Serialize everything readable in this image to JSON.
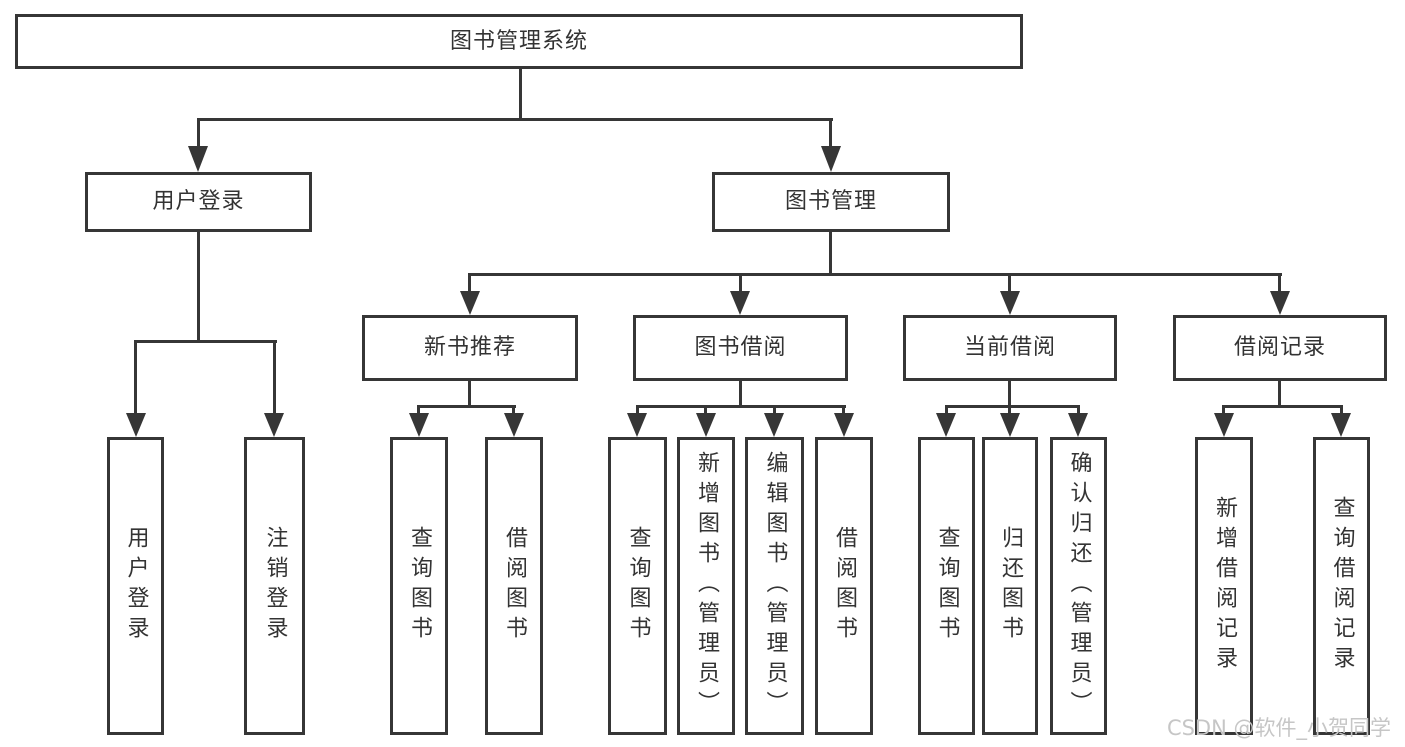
{
  "diagram_title": "图书管理系统",
  "colors": {
    "line": "#363636",
    "border": "#363636",
    "text": "#333333",
    "background": "#ffffff",
    "watermark": "#c6c6c6"
  },
  "nodes": {
    "root": {
      "label": "图书管理系统"
    },
    "user_login": {
      "label": "用户登录"
    },
    "book_mgmt": {
      "label": "图书管理"
    },
    "new_book_rec": {
      "label": "新书推荐"
    },
    "book_borrow": {
      "label": "图书借阅"
    },
    "current_borrow": {
      "label": "当前借阅"
    },
    "borrow_records": {
      "label": "借阅记录"
    },
    "leaf_user_login": {
      "label": "用户登录"
    },
    "leaf_logout_login": {
      "label": "注销登录"
    },
    "leaf_rec_query_book": {
      "label": "查询图书"
    },
    "leaf_rec_borrow_book": {
      "label": "借阅图书"
    },
    "leaf_bb_query_book": {
      "label": "查询图书"
    },
    "leaf_bb_add_book": {
      "label": "新增图书（管理员）"
    },
    "leaf_bb_edit_book": {
      "label": "编辑图书（管理员）"
    },
    "leaf_bb_borrow_book": {
      "label": "借阅图书"
    },
    "leaf_cb_query_book": {
      "label": "查询图书"
    },
    "leaf_cb_return_book": {
      "label": "归还图书"
    },
    "leaf_cb_confirm_return": {
      "label": "确认归还（管理员）"
    },
    "leaf_br_add_record": {
      "label": "新增借阅记录"
    },
    "leaf_br_query_record": {
      "label": "查询借阅记录"
    }
  },
  "hierarchy": {
    "图书管理系统": {
      "用户登录": [
        "用户登录",
        "注销登录"
      ],
      "图书管理": {
        "新书推荐": [
          "查询图书",
          "借阅图书"
        ],
        "图书借阅": [
          "查询图书",
          "新增图书（管理员）",
          "编辑图书（管理员）",
          "借阅图书"
        ],
        "当前借阅": [
          "查询图书",
          "归还图书",
          "确认归还（管理员）"
        ],
        "借阅记录": [
          "新增借阅记录",
          "查询借阅记录"
        ]
      }
    }
  },
  "watermark": {
    "text": "CSDN @软件_小贺同学"
  }
}
